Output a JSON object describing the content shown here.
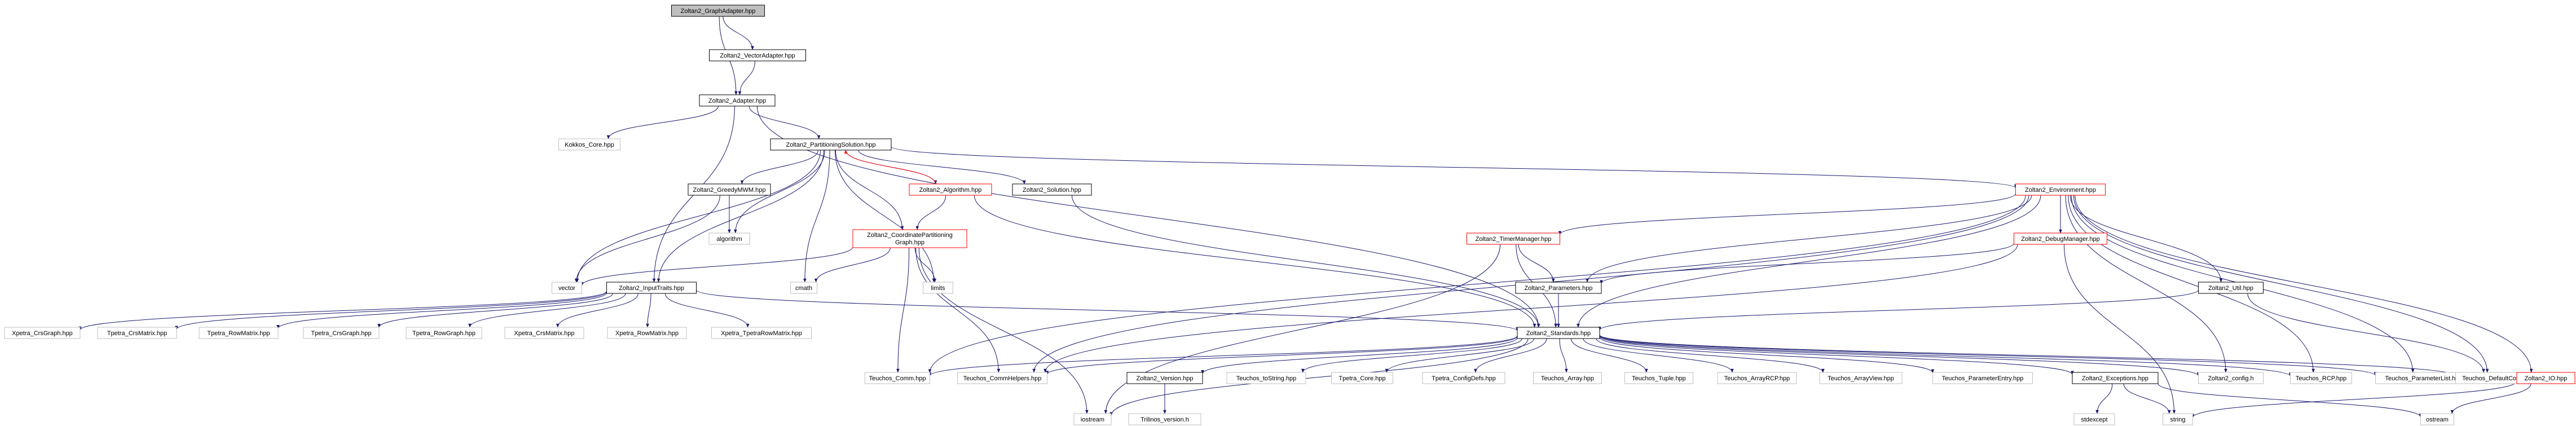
{
  "diagram": {
    "colors": {
      "edge": "#191970",
      "edge_red": "#ff0000",
      "border_black": "#000000",
      "border_red": "#ff0000",
      "border_gray": "#bfbfbf",
      "fill_root": "#bfbfbf",
      "fill_node": "#ffffff",
      "text": "#000000"
    },
    "nodes": [
      {
        "id": "root",
        "label": "Zoltan2_GraphAdapter.hpp",
        "style": "root"
      },
      {
        "id": "vadapter",
        "label": "Zoltan2_VectorAdapter.hpp",
        "style": "black"
      },
      {
        "id": "adapter",
        "label": "Zoltan2_Adapter.hpp",
        "style": "black"
      },
      {
        "id": "kokkos",
        "label": "Kokkos_Core.hpp",
        "style": "gray"
      },
      {
        "id": "psol",
        "label": "Zoltan2_PartitioningSolution.hpp",
        "style": "black"
      },
      {
        "id": "greedy",
        "label": "Zoltan2_GreedyMWM.hpp",
        "style": "black"
      },
      {
        "id": "algo",
        "label": "Zoltan2_Algorithm.hpp",
        "style": "red"
      },
      {
        "id": "solution",
        "label": "Zoltan2_Solution.hpp",
        "style": "black"
      },
      {
        "id": "env",
        "label": "Zoltan2_Environment.hpp",
        "style": "red"
      },
      {
        "id": "algorithm",
        "label": "algorithm",
        "style": "gray"
      },
      {
        "id": "cpg",
        "label": "Zoltan2_CoordinatePartitioning\nGraph.hpp",
        "style": "red"
      },
      {
        "id": "vector",
        "label": "vector",
        "style": "gray"
      },
      {
        "id": "cmath",
        "label": "cmath",
        "style": "gray"
      },
      {
        "id": "limits",
        "label": "limits",
        "style": "gray"
      },
      {
        "id": "timemgr",
        "label": "Zoltan2_TimerManager.hpp",
        "style": "red"
      },
      {
        "id": "debugmgr",
        "label": "Zoltan2_DebugManager.hpp",
        "style": "red"
      },
      {
        "id": "params",
        "label": "Zoltan2_Parameters.hpp",
        "style": "black"
      },
      {
        "id": "util",
        "label": "Zoltan2_Util.hpp",
        "style": "black"
      },
      {
        "id": "inputtraits",
        "label": "Zoltan2_InputTraits.hpp",
        "style": "black"
      },
      {
        "id": "standards",
        "label": "Zoltan2_Standards.hpp",
        "style": "black"
      },
      {
        "id": "xpetra_crsgraph",
        "label": "Xpetra_CrsGraph.hpp",
        "style": "gray"
      },
      {
        "id": "tpetra_crsmatrix",
        "label": "Tpetra_CrsMatrix.hpp",
        "style": "gray"
      },
      {
        "id": "tpetra_rowmatrix",
        "label": "Tpetra_RowMatrix.hpp",
        "style": "gray"
      },
      {
        "id": "tpetra_crsgraph",
        "label": "Tpetra_CrsGraph.hpp",
        "style": "gray"
      },
      {
        "id": "tpetra_rowgraph",
        "label": "Tpetra_RowGraph.hpp",
        "style": "gray"
      },
      {
        "id": "xpetra_crsmatrix",
        "label": "Xpetra_CrsMatrix.hpp",
        "style": "gray"
      },
      {
        "id": "xpetra_rowmatrix",
        "label": "Xpetra_RowMatrix.hpp",
        "style": "gray"
      },
      {
        "id": "xpetra_tpetrarowmatrix",
        "label": "Xpetra_TpetraRowMatrix.hpp",
        "style": "gray"
      },
      {
        "id": "teuchos_comm",
        "label": "Teuchos_Comm.hpp",
        "style": "gray"
      },
      {
        "id": "teuchos_commhelpers",
        "label": "Teuchos_CommHelpers.hpp",
        "style": "gray"
      },
      {
        "id": "version",
        "label": "Zoltan2_Version.hpp",
        "style": "black"
      },
      {
        "id": "teuchos_tostring",
        "label": "Teuchos_toString.hpp",
        "style": "gray"
      },
      {
        "id": "tpetra_core",
        "label": "Tpetra_Core.hpp",
        "style": "gray"
      },
      {
        "id": "tpetra_configdefs",
        "label": "Tpetra_ConfigDefs.hpp",
        "style": "gray"
      },
      {
        "id": "teuchos_array",
        "label": "Teuchos_Array.hpp",
        "style": "gray"
      },
      {
        "id": "teuchos_tuple",
        "label": "Teuchos_Tuple.hpp",
        "style": "gray"
      },
      {
        "id": "teuchos_arrayrcp",
        "label": "Teuchos_ArrayRCP.hpp",
        "style": "gray"
      },
      {
        "id": "teuchos_arrayview",
        "label": "Teuchos_ArrayView.hpp",
        "style": "gray"
      },
      {
        "id": "teuchos_paramentry",
        "label": "Teuchos_ParameterEntry.hpp",
        "style": "gray"
      },
      {
        "id": "exceptions",
        "label": "Zoltan2_Exceptions.hpp",
        "style": "black"
      },
      {
        "id": "config",
        "label": "Zoltan2_config.h",
        "style": "gray"
      },
      {
        "id": "teuchos_rcp",
        "label": "Teuchos_RCP.hpp",
        "style": "gray"
      },
      {
        "id": "teuchos_paramlist",
        "label": "Teuchos_ParameterList.hpp",
        "style": "gray"
      },
      {
        "id": "teuchos_defaultcomm",
        "label": "Teuchos_DefaultComm.hpp",
        "style": "gray"
      },
      {
        "id": "io",
        "label": "Zoltan2_IO.hpp",
        "style": "red"
      },
      {
        "id": "iostream",
        "label": "iostream",
        "style": "gray"
      },
      {
        "id": "trilinos_version",
        "label": "Trilinos_version.h",
        "style": "gray"
      },
      {
        "id": "stdexcept",
        "label": "stdexcept",
        "style": "gray"
      },
      {
        "id": "string",
        "label": "string",
        "style": "gray"
      },
      {
        "id": "ostream",
        "label": "ostream",
        "style": "gray"
      }
    ],
    "edges": [
      [
        "root",
        "vadapter"
      ],
      [
        "root",
        "adapter"
      ],
      [
        "vadapter",
        "adapter"
      ],
      [
        "adapter",
        "kokkos"
      ],
      [
        "adapter",
        "psol"
      ],
      [
        "adapter",
        "inputtraits"
      ],
      [
        "adapter",
        "standards"
      ],
      [
        "psol",
        "greedy"
      ],
      [
        "psol",
        "algo"
      ],
      [
        "psol",
        "solution"
      ],
      [
        "psol",
        "env"
      ],
      [
        "psol",
        "algorithm"
      ],
      [
        "psol",
        "cpg"
      ],
      [
        "psol",
        "vector"
      ],
      [
        "psol",
        "cmath"
      ],
      [
        "psol",
        "limits"
      ],
      [
        "psol",
        "inputtraits"
      ],
      [
        "greedy",
        "algorithm"
      ],
      [
        "greedy",
        "vector"
      ],
      [
        "algo",
        "psol",
        "red"
      ],
      [
        "algo",
        "cpg"
      ],
      [
        "algo",
        "standards"
      ],
      [
        "solution",
        "standards"
      ],
      [
        "cpg",
        "vector"
      ],
      [
        "cpg",
        "cmath"
      ],
      [
        "cpg",
        "limits"
      ],
      [
        "cpg",
        "iostream"
      ],
      [
        "cpg",
        "teuchos_comm"
      ],
      [
        "cpg",
        "teuchos_commhelpers"
      ],
      [
        "env",
        "timemgr"
      ],
      [
        "env",
        "debugmgr"
      ],
      [
        "env",
        "params"
      ],
      [
        "env",
        "util"
      ],
      [
        "env",
        "io"
      ],
      [
        "env",
        "standards"
      ],
      [
        "env",
        "teuchos_comm"
      ],
      [
        "env",
        "teuchos_commhelpers"
      ],
      [
        "env",
        "config"
      ],
      [
        "env",
        "teuchos_rcp"
      ],
      [
        "env",
        "teuchos_paramlist"
      ],
      [
        "env",
        "teuchos_defaultcomm"
      ],
      [
        "timemgr",
        "params"
      ],
      [
        "timemgr",
        "standards"
      ],
      [
        "timemgr",
        "iostream"
      ],
      [
        "debugmgr",
        "params"
      ],
      [
        "debugmgr",
        "string"
      ],
      [
        "debugmgr",
        "teuchos_commhelpers"
      ],
      [
        "params",
        "standards"
      ],
      [
        "util",
        "standards"
      ],
      [
        "util",
        "teuchos_defaultcomm"
      ],
      [
        "inputtraits",
        "xpetra_crsgraph"
      ],
      [
        "inputtraits",
        "tpetra_crsmatrix"
      ],
      [
        "inputtraits",
        "tpetra_rowmatrix"
      ],
      [
        "inputtraits",
        "tpetra_crsgraph"
      ],
      [
        "inputtraits",
        "tpetra_rowgraph"
      ],
      [
        "inputtraits",
        "xpetra_crsmatrix"
      ],
      [
        "inputtraits",
        "xpetra_rowmatrix"
      ],
      [
        "inputtraits",
        "xpetra_tpetrarowmatrix"
      ],
      [
        "inputtraits",
        "standards"
      ],
      [
        "standards",
        "teuchos_comm"
      ],
      [
        "standards",
        "teuchos_commhelpers"
      ],
      [
        "standards",
        "version"
      ],
      [
        "standards",
        "teuchos_tostring"
      ],
      [
        "standards",
        "tpetra_core"
      ],
      [
        "standards",
        "tpetra_configdefs"
      ],
      [
        "standards",
        "teuchos_array"
      ],
      [
        "standards",
        "teuchos_tuple"
      ],
      [
        "standards",
        "teuchos_arrayrcp"
      ],
      [
        "standards",
        "teuchos_arrayview"
      ],
      [
        "standards",
        "teuchos_paramentry"
      ],
      [
        "standards",
        "exceptions"
      ],
      [
        "standards",
        "config"
      ],
      [
        "standards",
        "teuchos_rcp"
      ],
      [
        "standards",
        "teuchos_paramlist"
      ],
      [
        "standards",
        "teuchos_defaultcomm"
      ],
      [
        "standards",
        "iostream"
      ],
      [
        "version",
        "trilinos_version"
      ],
      [
        "exceptions",
        "stdexcept"
      ],
      [
        "exceptions",
        "string"
      ],
      [
        "exceptions",
        "ostream"
      ],
      [
        "io",
        "string"
      ],
      [
        "io",
        "ostream"
      ]
    ]
  }
}
